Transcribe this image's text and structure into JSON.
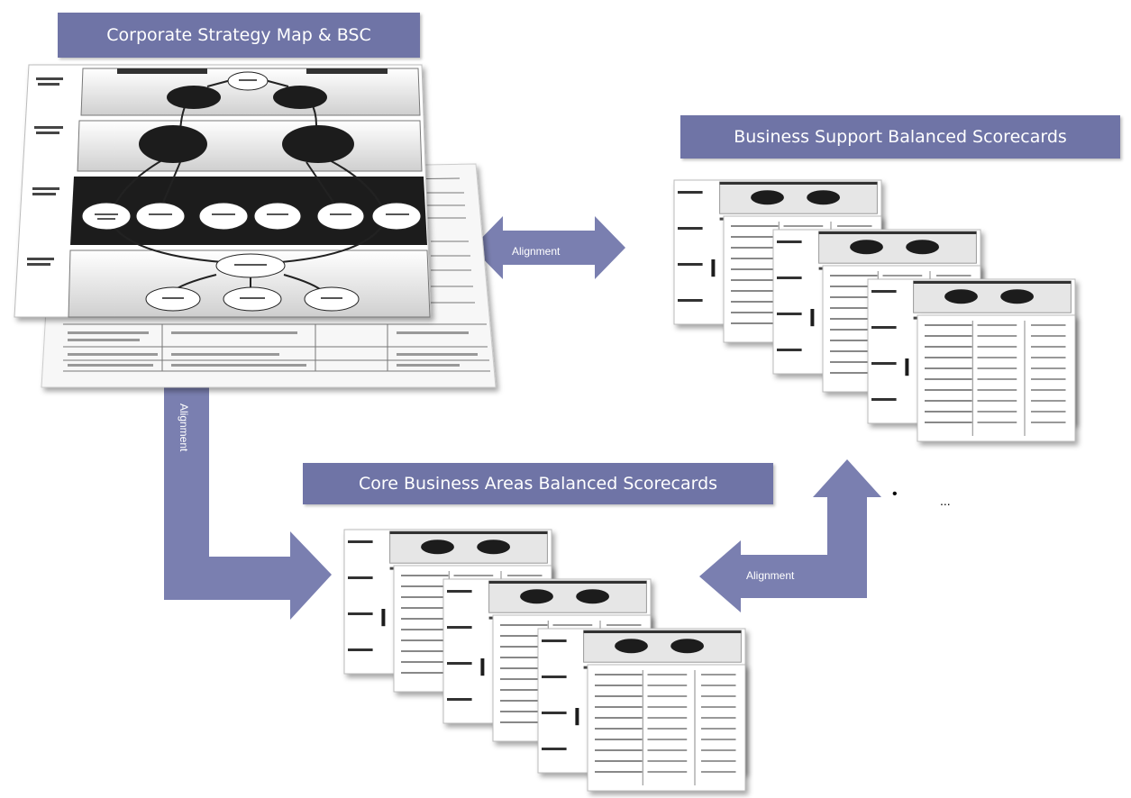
{
  "banners": {
    "corporate": "Corporate Strategy Map & BSC",
    "business_support": "Business Support Balanced Scorecards",
    "core_business": "Core Business Areas Balanced Scorecards"
  },
  "arrows": {
    "horizontal_label": "Alignment",
    "vertical_label": "Alignment",
    "lower_label": "Alignment"
  },
  "bullet": "•",
  "ellipsis": "...",
  "colors": {
    "banner": "#6f74a6",
    "arrow": "#7a7fb0",
    "dark_band": "#1f1f1f"
  }
}
